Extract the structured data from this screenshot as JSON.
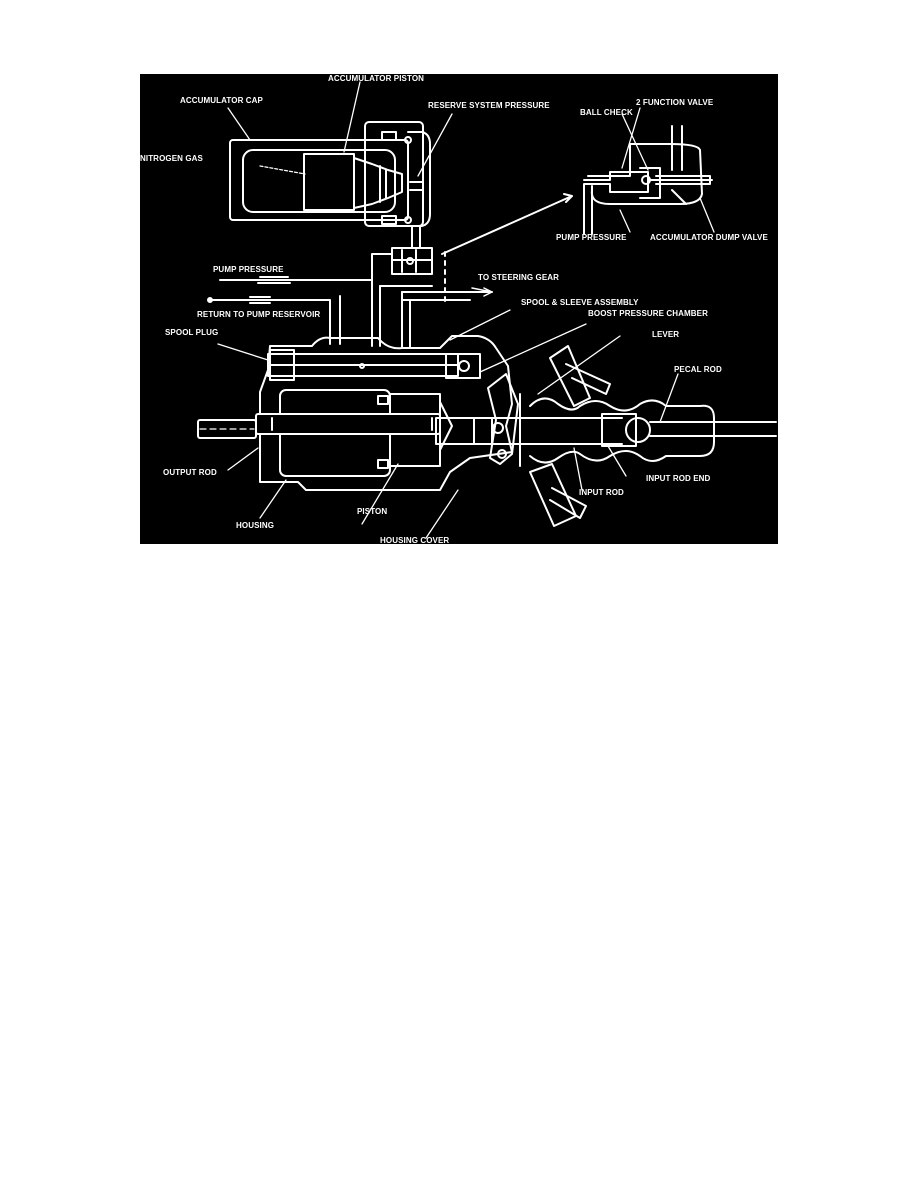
{
  "diagram": {
    "background": "#000000",
    "line_color": "#ffffff",
    "labels": {
      "accumulator_piston": "ACCUMULATOR PISTON",
      "accumulator_cap": "ACCUMULATOR CAP",
      "reserve_system_pressure": "RESERVE SYSTEM PRESSURE",
      "nitrogen_gas": "NITROGEN GAS",
      "ball_check": "BALL CHECK",
      "two_function_valve": "2 FUNCTION VALVE",
      "pump_pressure_detail": "PUMP PRESSURE",
      "accumulator_dump_valve": "ACCUMULATOR DUMP VALVE",
      "pump_pressure": "PUMP PRESSURE",
      "to_steering_gear": "TO STEERING GEAR",
      "return_to_pump_reservoir": "RETURN TO PUMP RESERVOIR",
      "spool_sleeve_assembly": "SPOOL & SLEEVE ASSEMBLY",
      "boost_pressure_chamber": "BOOST PRESSURE CHAMBER",
      "spool_plug": "SPOOL PLUG",
      "lever": "LEVER",
      "pedal_rod": "PECAL ROD",
      "output_rod": "OUTPUT ROD",
      "input_rod_end": "INPUT ROD END",
      "input_rod": "INPUT ROD",
      "housing": "HOUSING",
      "piston": "PISTON",
      "housing_cover": "HOUSING COVER"
    }
  }
}
